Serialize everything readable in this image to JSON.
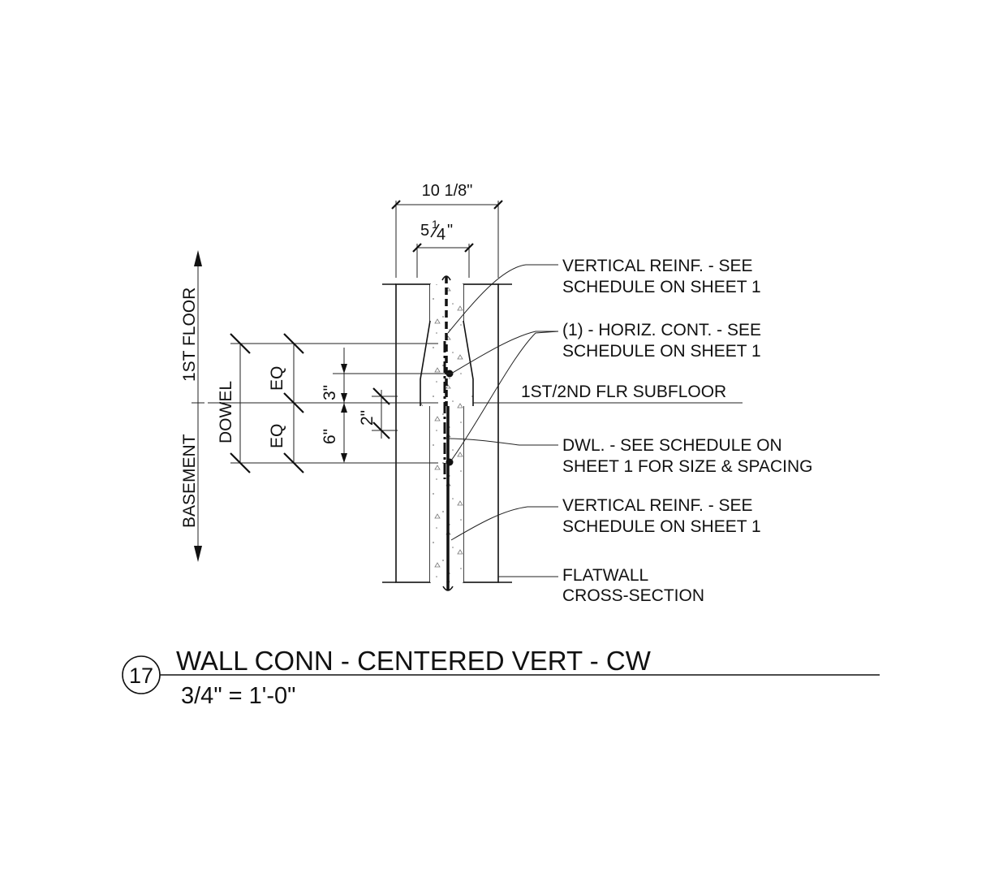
{
  "dimensions": {
    "overall_width": "10 1/8\"",
    "core_width_whole": "5",
    "core_width_frac_num": "1",
    "core_width_frac_den": "4",
    "core_width_inch": "\"",
    "upper_offset": "3\"",
    "lower_offset": "6\"",
    "subfloor_gap": "2\"",
    "eq_upper": "EQ",
    "eq_lower": "EQ",
    "dowel": "DOWEL"
  },
  "levels": {
    "upper": "1ST FLOOR",
    "lower": "BASEMENT"
  },
  "callouts": {
    "vert_reinf_top_line1": "VERTICAL REINF. - SEE",
    "vert_reinf_top_line2": "SCHEDULE ON SHEET 1",
    "horiz_cont_line1": "(1) - HORIZ. CONT. - SEE",
    "horiz_cont_line2": "SCHEDULE ON SHEET 1",
    "subfloor": "1ST/2ND FLR SUBFLOOR",
    "dowel_line1": "DWL. - SEE SCHEDULE ON",
    "dowel_line2": "SHEET 1 FOR SIZE & SPACING",
    "vert_reinf_bot_line1": "VERTICAL REINF. - SEE",
    "vert_reinf_bot_line2": "SCHEDULE ON SHEET 1",
    "flatwall_line1": "FLATWALL",
    "flatwall_line2": "CROSS-SECTION"
  },
  "title_block": {
    "detail_number": "17",
    "title": "WALL CONN - CENTERED VERT - CW",
    "scale": "3/4\" = 1'-0\""
  }
}
